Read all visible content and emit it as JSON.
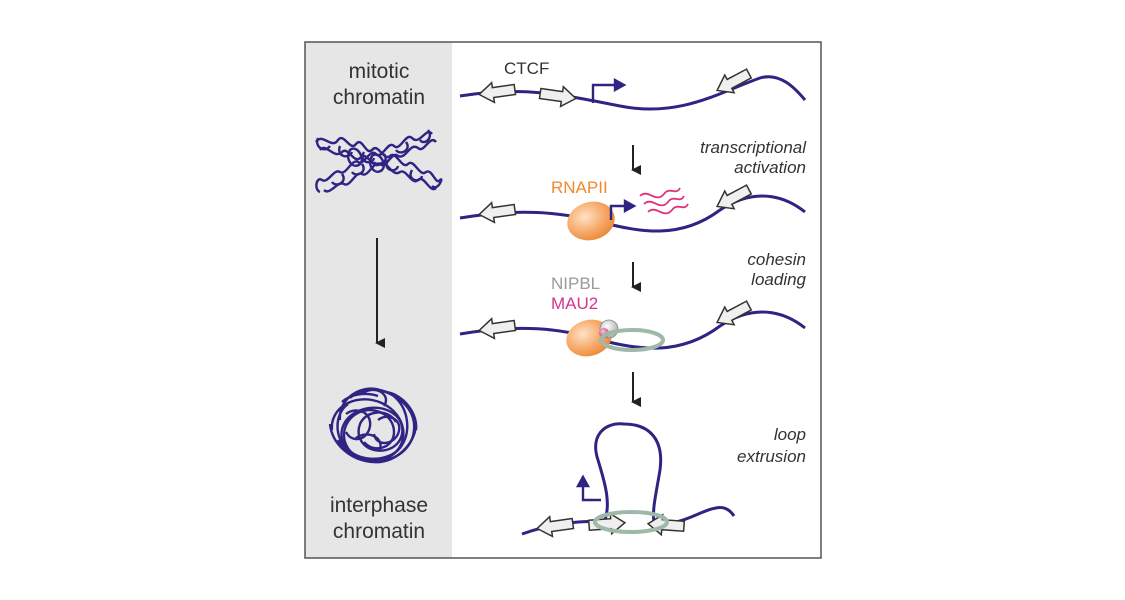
{
  "left_panel": {
    "top_label_line1": "mitotic",
    "top_label_line2": "chromatin",
    "bottom_label_line1": "interphase",
    "bottom_label_line2": "chromatin"
  },
  "right_panel": {
    "ctcf_label": "CTCF",
    "step1_line1": "transcriptional",
    "step1_line2": "activation",
    "rnapii_label": "RNAPII",
    "step2_line1": "cohesin",
    "step2_line2": "loading",
    "nipbl_label": "NIPBL",
    "mau2_label": "MAU2",
    "step3_line1": "loop",
    "step3_line2": "extrusion"
  },
  "colors": {
    "chromatin": "#2e2483",
    "panel_gray": "#e6e6e6",
    "rnapii": "#f08a2c",
    "nipbl": "#9a9a9a",
    "mau2": "#d4348c",
    "transcript": "#e0307a",
    "cohesin": "#9fb8a8",
    "ctcf_fill": "#efefef",
    "arrow": "#222222"
  }
}
